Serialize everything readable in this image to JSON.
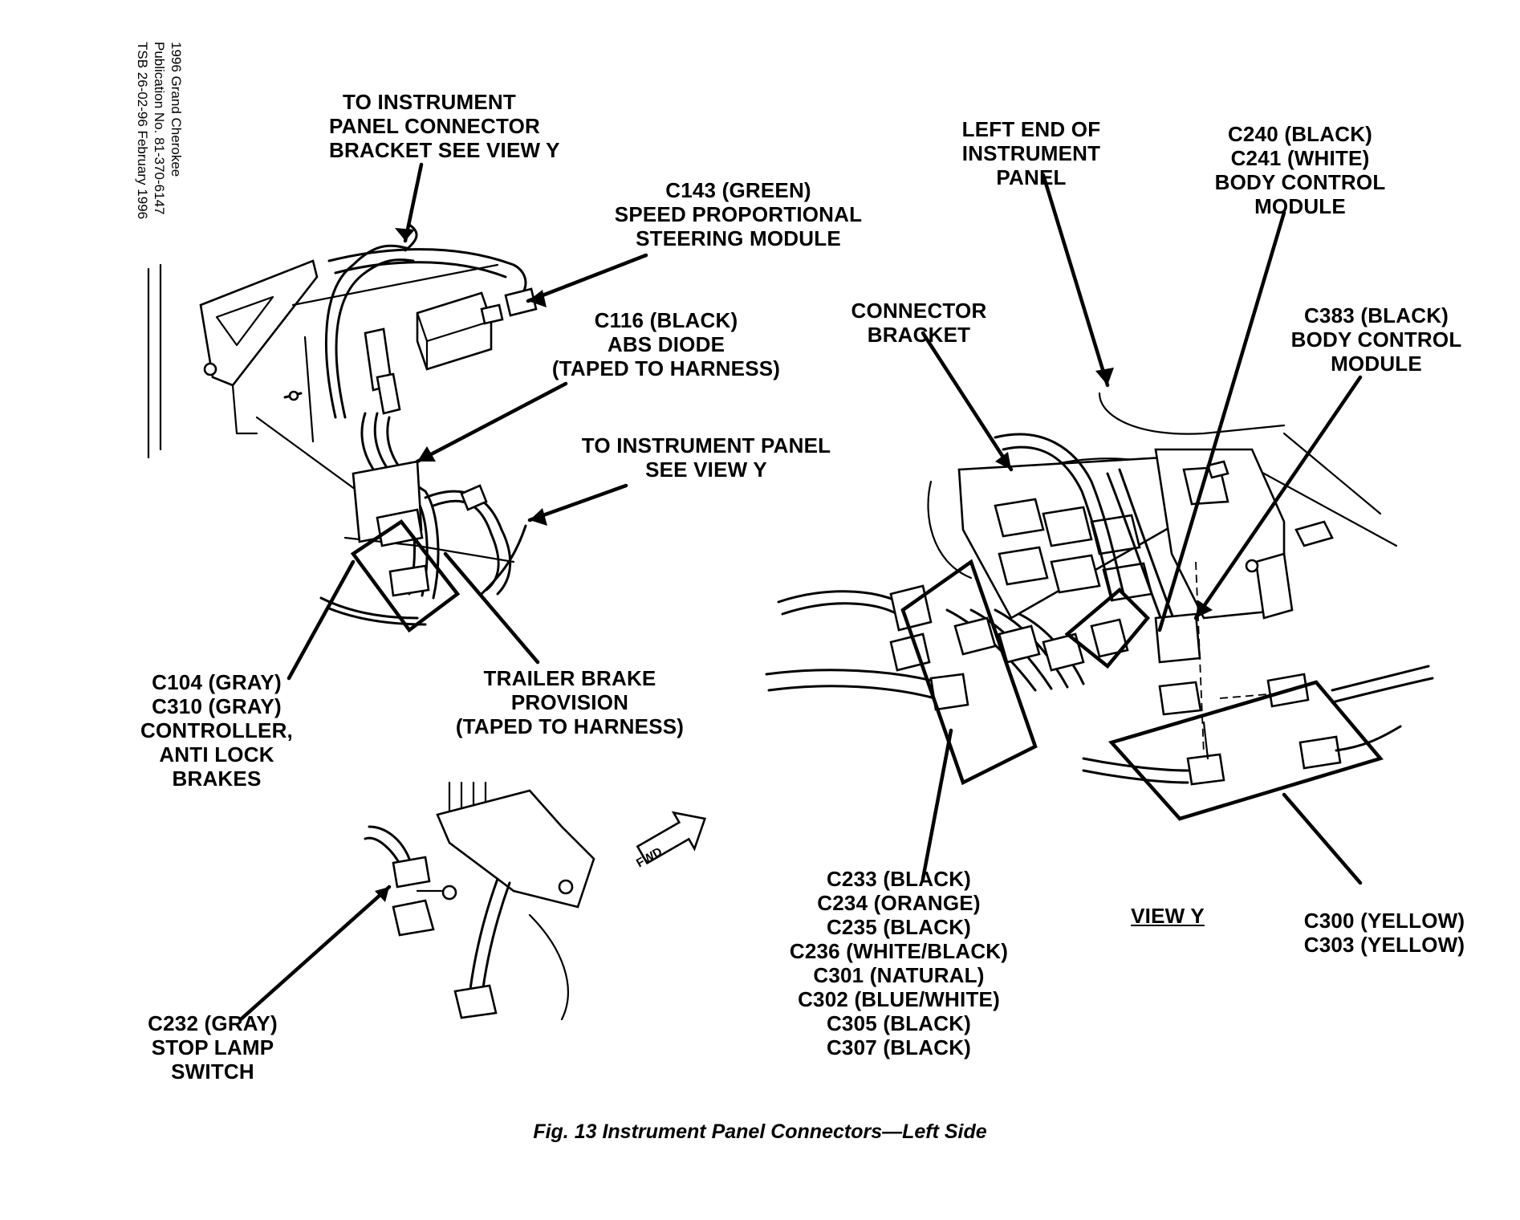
{
  "header": {
    "lines": [
      "1996 Grand Cherokee",
      "Publication No. 81-370-6147",
      "TSB 26-02-96   February  1996"
    ]
  },
  "labels": {
    "to_ip_bracket": [
      "TO INSTRUMENT",
      "PANEL CONNECTOR",
      "BRACKET SEE VIEW Y"
    ],
    "c143": [
      "C143 (GREEN)",
      "SPEED PROPORTIONAL",
      "STEERING MODULE"
    ],
    "c116": [
      "C116 (BLACK)",
      "ABS DIODE",
      "(TAPED TO HARNESS)"
    ],
    "to_ip": [
      "TO INSTRUMENT PANEL",
      "SEE VIEW Y"
    ],
    "c104": [
      "C104 (GRAY)",
      "C310 (GRAY)",
      "CONTROLLER,",
      "ANTI LOCK",
      "BRAKES"
    ],
    "trailer": [
      "TRAILER BRAKE",
      "PROVISION",
      "(TAPED TO HARNESS)"
    ],
    "c232": [
      "C232 (GRAY)",
      "STOP LAMP",
      "SWITCH"
    ],
    "left_end": [
      "LEFT END OF",
      "INSTRUMENT",
      "PANEL"
    ],
    "c240": [
      "C240 (BLACK)",
      "C241 (WHITE)",
      "BODY CONTROL",
      "MODULE"
    ],
    "conn_bracket": [
      "CONNECTOR",
      "BRACKET"
    ],
    "c383": [
      "C383 (BLACK)",
      "BODY CONTROL",
      "MODULE"
    ],
    "c233": [
      "C233 (BLACK)",
      "C234 (ORANGE)",
      "C235 (BLACK)",
      "C236 (WHITE/BLACK)",
      "C301 (NATURAL)",
      "C302 (BLUE/WHITE)",
      "C305 (BLACK)",
      "C307 (BLACK)"
    ],
    "view_y": "VIEW Y",
    "c300": [
      "C300 (YELLOW)",
      "C303 (YELLOW)"
    ],
    "fwd": "FWD"
  },
  "caption": "Fig. 13 Instrument Panel Connectors—Left Side"
}
